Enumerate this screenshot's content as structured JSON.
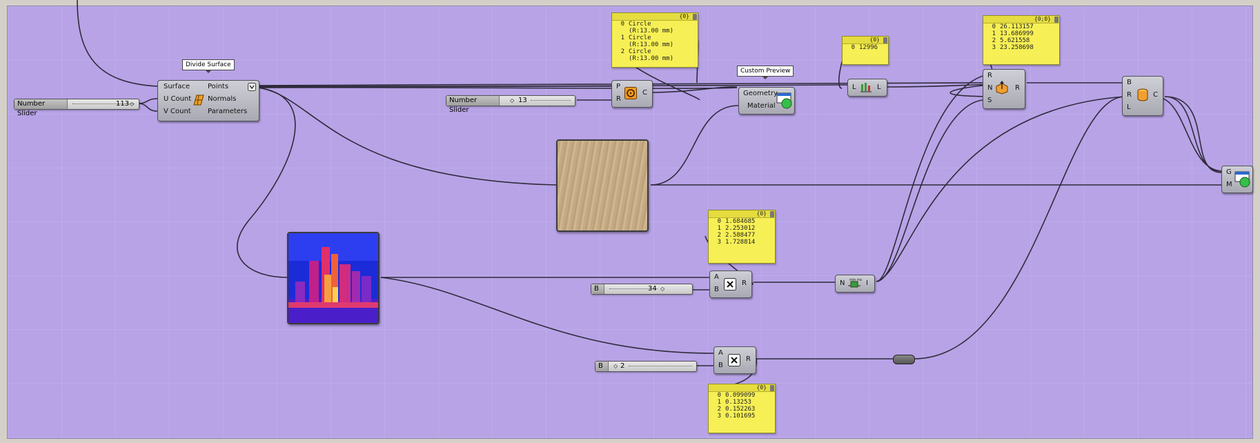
{
  "canvas": {
    "background": "#b7a3e6"
  },
  "divide_surface": {
    "tooltip": "Divide Surface",
    "inputs": [
      "Surface",
      "U Count",
      "V Count"
    ],
    "outputs": [
      "Points",
      "Normals",
      "Parameters"
    ]
  },
  "slider_count": {
    "label": "Number Slider",
    "value": "113"
  },
  "slider_radius": {
    "label": "Number Slider",
    "value": "13"
  },
  "circle_comp": {
    "inputs": [
      "P",
      "R"
    ],
    "outputs": [
      "C"
    ]
  },
  "circle_panel": {
    "path": "{0}",
    "rows": [
      {
        "i": "0",
        "t": "Circle"
      },
      {
        "i": "",
        "t": "(R:13.00 mm)"
      },
      {
        "i": "1",
        "t": "Circle"
      },
      {
        "i": "",
        "t": "(R:13.00 mm)"
      },
      {
        "i": "2",
        "t": "Circle"
      },
      {
        "i": "",
        "t": "(R:13.00 mm)"
      }
    ]
  },
  "custom_preview": {
    "tooltip": "Custom Preview",
    "inputs": [
      "Geometry",
      "Material"
    ]
  },
  "list_length": {
    "inputs": [
      "L"
    ],
    "outputs": [
      "L"
    ]
  },
  "length_panel": {
    "path": "{0}",
    "rows": [
      {
        "i": "0",
        "t": "12996"
      }
    ]
  },
  "move_comp": {
    "inputs": [
      "R",
      "N",
      "S"
    ],
    "outputs": [
      "R"
    ]
  },
  "rand_panel": {
    "path": "{0;0}",
    "rows": [
      {
        "i": "0",
        "t": "26.113157"
      },
      {
        "i": "1",
        "t": "13.686999"
      },
      {
        "i": "2",
        "t": "5.621558"
      },
      {
        "i": "3",
        "t": "23.258698"
      }
    ]
  },
  "extrude_comp": {
    "inputs": [
      "B",
      "R",
      "L"
    ],
    "outputs": [
      "C"
    ]
  },
  "preview2": {
    "inputs": [
      "G",
      "M"
    ]
  },
  "multiply1": {
    "inputs": [
      "A",
      "B"
    ],
    "outputs": [
      "R"
    ]
  },
  "multiply2": {
    "inputs": [
      "A",
      "B"
    ],
    "outputs": [
      "R"
    ]
  },
  "slider_b1": {
    "label": "B",
    "value": "34"
  },
  "slider_b2": {
    "label": "B",
    "value": "2"
  },
  "mult1_panel": {
    "path": "{0}",
    "rows": [
      {
        "i": "0",
        "t": "1.684685"
      },
      {
        "i": "1",
        "t": "2.253012"
      },
      {
        "i": "2",
        "t": "2.588477"
      },
      {
        "i": "3",
        "t": "1.728814"
      }
    ]
  },
  "mult2_panel": {
    "path": "{0}",
    "rows": [
      {
        "i": "0",
        "t": "0.099099"
      },
      {
        "i": "1",
        "t": "0.13253"
      },
      {
        "i": "2",
        "t": "0.152263"
      },
      {
        "i": "3",
        "t": "0.101695"
      }
    ]
  },
  "bounds_comp": {
    "inputs": [
      "N"
    ],
    "outputs": [
      "I"
    ]
  },
  "icons": [
    "divide-surface-icon",
    "circle-icon",
    "list-length-icon",
    "move-icon",
    "extrude-icon",
    "preview-icon",
    "multiply-icon",
    "bounds-icon",
    "relay-icon",
    "wood-texture-swatch",
    "heatmap-image"
  ]
}
